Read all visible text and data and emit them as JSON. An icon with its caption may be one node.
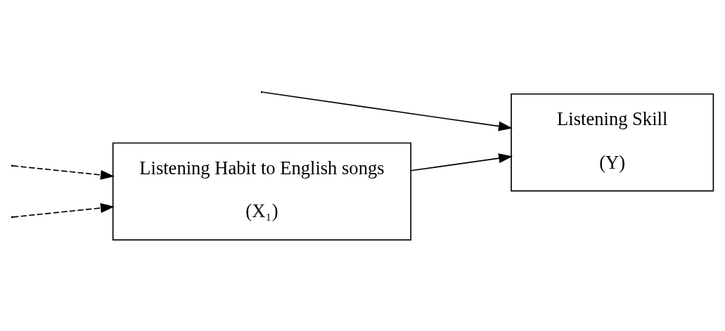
{
  "diagram": {
    "nodes": [
      {
        "text": [
          "Listening Habit to English songs",
          "(X₁)"
        ]
      },
      {
        "text": [
          "Listening Skill",
          "(Y)"
        ]
      }
    ],
    "edges": [
      {
        "from": null,
        "to": 0,
        "arrow": "to",
        "style": "dashed"
      },
      {
        "from": null,
        "to": 0,
        "arrow": "to",
        "style": "dashed"
      },
      {
        "from": 0,
        "to": 1,
        "arrow": "to"
      },
      {
        "from": null,
        "to": 1,
        "arrow": "to"
      }
    ]
  }
}
